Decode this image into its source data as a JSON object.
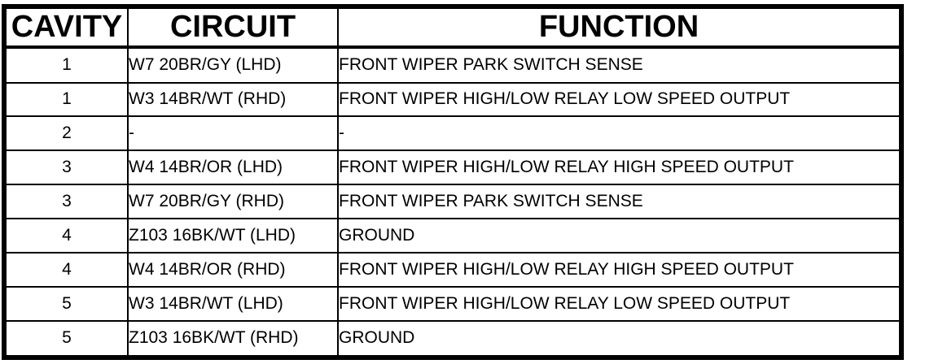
{
  "page": {
    "background_color": "#ffffff",
    "text_color": "#000000",
    "border_color": "#000000"
  },
  "table": {
    "columns": [
      {
        "key": "cavity",
        "label": "CAVITY"
      },
      {
        "key": "circuit",
        "label": "CIRCUIT"
      },
      {
        "key": "function",
        "label": "FUNCTION"
      }
    ],
    "rows": [
      {
        "cavity": "1",
        "circuit": "W7 20BR/GY (LHD)",
        "function": "FRONT WIPER PARK SWITCH SENSE"
      },
      {
        "cavity": "1",
        "circuit": "W3 14BR/WT (RHD)",
        "function": "FRONT WIPER HIGH/LOW RELAY LOW SPEED OUTPUT"
      },
      {
        "cavity": "2",
        "circuit": "-",
        "function": "-"
      },
      {
        "cavity": "3",
        "circuit": "W4 14BR/OR (LHD)",
        "function": "FRONT WIPER HIGH/LOW RELAY HIGH SPEED OUTPUT"
      },
      {
        "cavity": "3",
        "circuit": "W7 20BR/GY (RHD)",
        "function": "FRONT WIPER PARK SWITCH SENSE"
      },
      {
        "cavity": "4",
        "circuit": "Z103 16BK/WT (LHD)",
        "function": "GROUND"
      },
      {
        "cavity": "4",
        "circuit": "W4 14BR/OR (RHD)",
        "function": "FRONT WIPER HIGH/LOW RELAY HIGH SPEED OUTPUT"
      },
      {
        "cavity": "5",
        "circuit": "W3 14BR/WT (LHD)",
        "function": "FRONT WIPER HIGH/LOW RELAY LOW SPEED OUTPUT"
      },
      {
        "cavity": "5",
        "circuit": "Z103 16BK/WT (RHD)",
        "function": "GROUND"
      }
    ]
  }
}
